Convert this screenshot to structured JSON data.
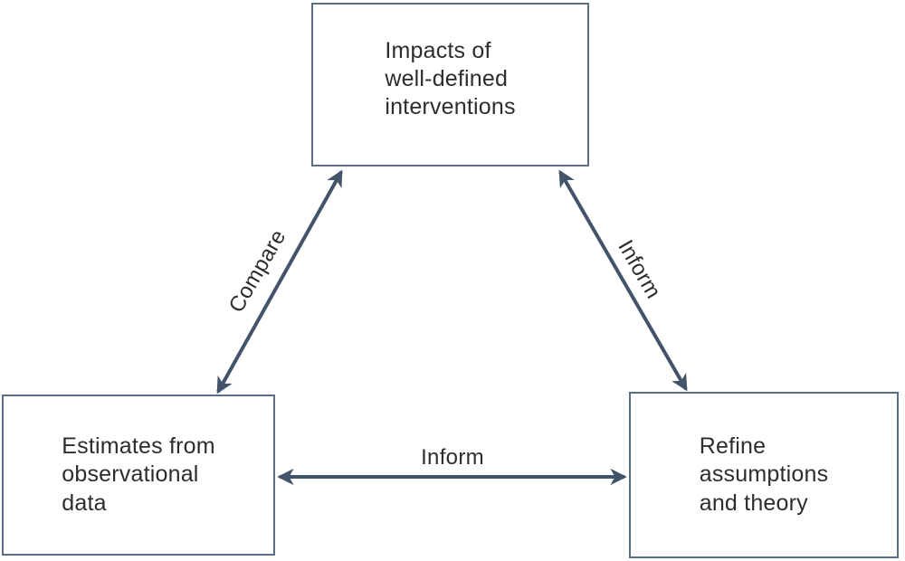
{
  "diagram": {
    "boxes": {
      "top": "Impacts of\nwell-defined\ninterventions",
      "bottom_left": "Estimates from\nobservational\ndata",
      "bottom_right": "Refine\nassumptions\nand theory"
    },
    "arrows": {
      "compare": {
        "label": "Compare",
        "between": [
          "bottom_left",
          "top"
        ],
        "bidirectional": true
      },
      "inform_diagonal": {
        "label": "Inform",
        "between": [
          "top",
          "bottom_right"
        ],
        "bidirectional": true
      },
      "inform_horizontal": {
        "label": "Inform",
        "between": [
          "bottom_left",
          "bottom_right"
        ],
        "bidirectional": true
      }
    },
    "colors": {
      "background": "#ffffff",
      "box-border": "#5c6d86",
      "arrow": "#42536a",
      "text": "#2d2d2d"
    }
  }
}
